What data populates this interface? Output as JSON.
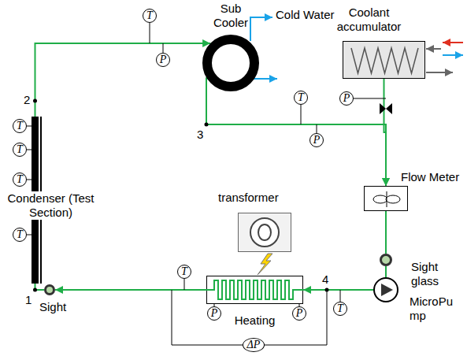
{
  "diagram": {
    "nodes": [
      {
        "text": [
          "Condenser (Test Section)"
        ]
      },
      {
        "text": [
          "Sub Cooler"
        ]
      },
      {
        "text": [
          "Coolant accumulator"
        ]
      },
      {
        "text": [
          "Flow Meter"
        ]
      },
      {
        "text": [
          "Sight glass"
        ]
      },
      {
        "text": [
          "MicroPu mp"
        ]
      },
      {
        "text": [
          "transformer"
        ]
      },
      {
        "text": [
          "Heating"
        ]
      },
      {
        "text": [
          "Sight"
        ]
      },
      {
        "text": [
          "T"
        ]
      },
      {
        "text": [
          "T"
        ]
      },
      {
        "text": [
          "T"
        ]
      },
      {
        "text": [
          "T"
        ]
      },
      {
        "text": [
          "T"
        ]
      },
      {
        "text": [
          "P"
        ]
      },
      {
        "text": [
          "T"
        ]
      },
      {
        "text": [
          "P"
        ]
      },
      {
        "text": [
          "P"
        ]
      },
      {
        "text": [
          "T"
        ]
      },
      {
        "text": [
          "P"
        ]
      },
      {
        "text": [
          "P"
        ]
      },
      {
        "text": [
          "T"
        ]
      },
      {
        "text": [
          "ΔP"
        ]
      }
    ],
    "edges": [
      {
        "from": 0,
        "to": 1,
        "arrow": "to"
      },
      {
        "from": 1,
        "to": 3,
        "arrow": "to"
      },
      {
        "from": 2,
        "to": 3,
        "arrow": "to"
      },
      {
        "from": 3,
        "to": 4,
        "arrow": "none"
      },
      {
        "from": 4,
        "to": 5,
        "arrow": "none"
      },
      {
        "from": 5,
        "to": 7,
        "arrow": "to"
      },
      {
        "from": 7,
        "to": 8,
        "arrow": "to"
      },
      {
        "from": 8,
        "to": 0,
        "arrow": "none"
      }
    ],
    "labels": [
      "Cold Water",
      "2",
      "3",
      "4",
      "1"
    ]
  }
}
